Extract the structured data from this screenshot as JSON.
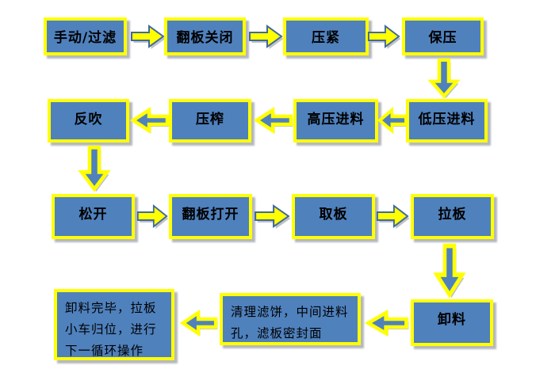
{
  "title": "Filter press operation cycle flowchart",
  "colors": {
    "background": "#ffffff",
    "boxFill": "#4f81bd",
    "boxBorder": "#ffff00",
    "arrowYellow": "#ffff00",
    "arrowBlue": "#4f81bd",
    "arrowOutline": "#41699c",
    "shadow": "#b4b8bd",
    "text": "#000000"
  },
  "steps": [
    {
      "label": "手动/过滤"
    },
    {
      "label": "翻板关闭"
    },
    {
      "label": "压紧"
    },
    {
      "label": "保压"
    },
    {
      "label": "低压进料"
    },
    {
      "label": "高压进料"
    },
    {
      "label": "压榨"
    },
    {
      "label": "反吹"
    },
    {
      "label": "松开"
    },
    {
      "label": "翻板打开"
    },
    {
      "label": "取板"
    },
    {
      "label": "拉板"
    },
    {
      "label": "卸料"
    },
    {
      "label": "清理滤饼，中间进料孔，滤板密封面"
    },
    {
      "label": "卸料完毕，拉板小车归位，进行下一循环操作"
    }
  ]
}
